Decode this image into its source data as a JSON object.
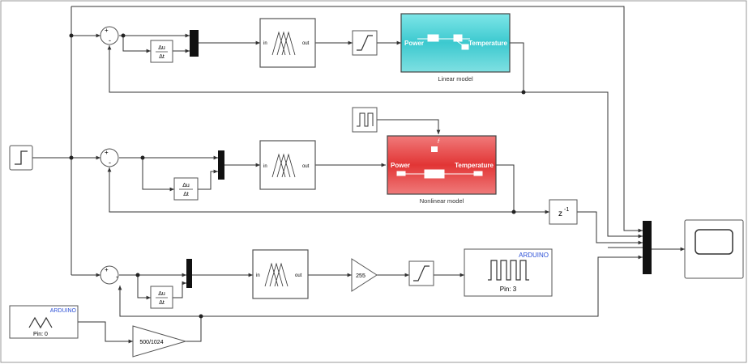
{
  "diagram": {
    "sum_signs": {
      "plus": "+",
      "minus": "-"
    },
    "derivative": {
      "numerator": "Δu",
      "denominator": "Δt"
    },
    "fuzzy_ports": {
      "in": "in",
      "out": "out"
    },
    "linear_model": {
      "caption": "Linear model",
      "port_in": "Power",
      "port_out": "Temperature",
      "color": "#3cc9cf"
    },
    "nonlinear_model": {
      "caption": "Nonlinear model",
      "port_in": "Power",
      "port_out": "Temperature",
      "trigger": "f",
      "color": "#e23535"
    },
    "unit_delay": {
      "label": "z",
      "exponent": "-1"
    },
    "gain_255": {
      "value": "255"
    },
    "gain_scale": {
      "value": "500/1024"
    },
    "arduino_pwm": {
      "brand": "ARDUINO",
      "pin": "Pin: 3"
    },
    "arduino_analog": {
      "brand": "ARDUINO",
      "pin": "Pin: 0"
    },
    "colors": {
      "arduino_text": "#2b4fd6",
      "wire": "#333333",
      "block_border": "#555555"
    }
  }
}
